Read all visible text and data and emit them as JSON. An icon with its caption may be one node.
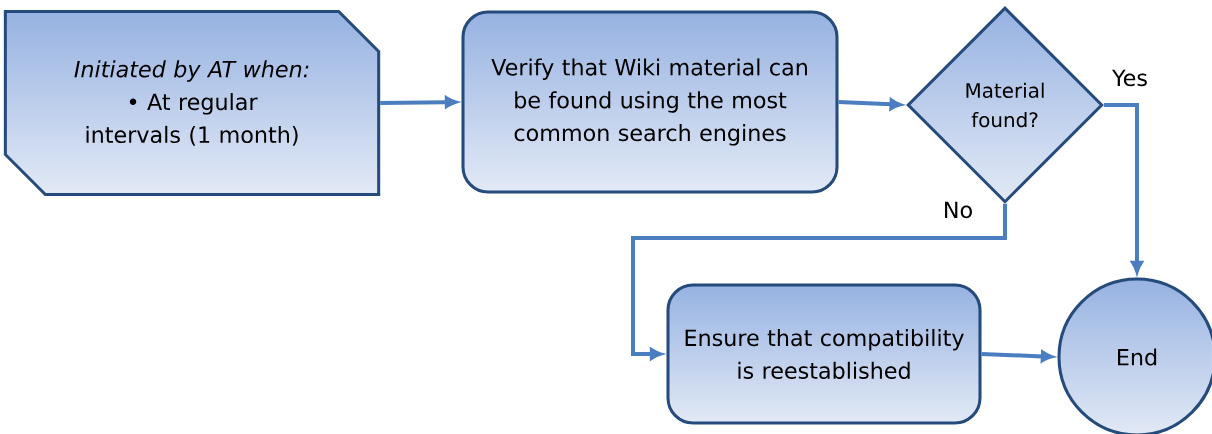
{
  "diagram": {
    "nodes": [
      {
        "text": [
          "Initiated by AT when:",
          "• At regular intervals (1 month)"
        ]
      },
      {
        "text": [
          "Verify that Wiki material can be found using the most common search engines"
        ]
      },
      {
        "text": [
          "Material found?"
        ]
      },
      {
        "text": [
          "Ensure that compatibility is reestablished"
        ]
      },
      {
        "text": [
          "End"
        ]
      }
    ],
    "edges": [
      {
        "from": 0,
        "to": 1,
        "arrow": "to"
      },
      {
        "from": 1,
        "to": 2,
        "arrow": "to"
      },
      {
        "from": 2,
        "to": 4,
        "arrow": "to",
        "label": "Yes"
      },
      {
        "from": 2,
        "to": 3,
        "arrow": "to",
        "label": "No"
      },
      {
        "from": 3,
        "to": 4,
        "arrow": "to"
      }
    ]
  }
}
